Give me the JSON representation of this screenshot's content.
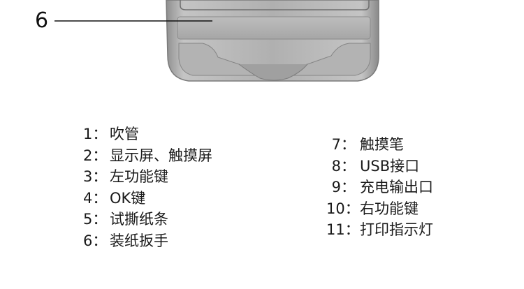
{
  "callout": {
    "number": "6"
  },
  "legend_left": [
    {
      "num": "1：",
      "label": "吹管"
    },
    {
      "num": "2：",
      "label": "显示屏、触摸屏"
    },
    {
      "num": "3：",
      "label": "左功能键"
    },
    {
      "num": "4：",
      "label": "OK键"
    },
    {
      "num": "5：",
      "label": "试撕纸条"
    },
    {
      "num": "6：",
      "label": "装纸扳手"
    }
  ],
  "legend_right": [
    {
      "num": "7：",
      "label": "触摸笔"
    },
    {
      "num": "8：",
      "label": "USB接口"
    },
    {
      "num": "9：",
      "label": "充电输出口"
    },
    {
      "num": "10：",
      "label": "右功能键"
    },
    {
      "num": "11：",
      "label": "打印指示灯"
    }
  ],
  "colors": {
    "device_body": "#a9a9a9",
    "device_panel": "#b7b7b7",
    "device_edge": "#7e7e7e",
    "leader_line": "#111111"
  }
}
